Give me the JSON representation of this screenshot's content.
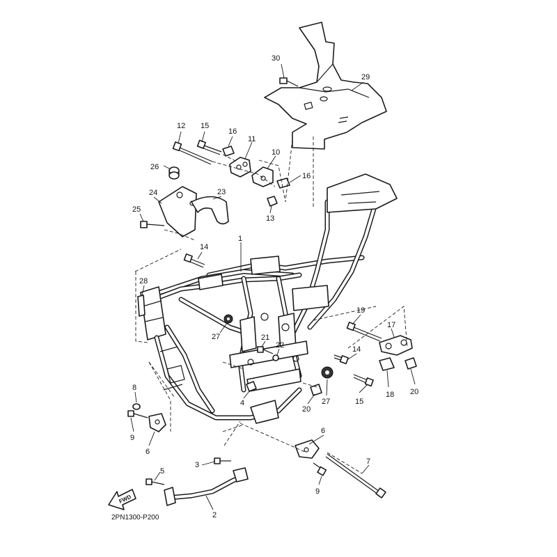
{
  "diagram": {
    "code": "2PN1300-P200",
    "fwd_label": "FWD",
    "callouts": {
      "c1": "1",
      "c2": "2",
      "c3": "3",
      "c4": "4",
      "c5": "5",
      "c6a": "6",
      "c6b": "6",
      "c7": "7",
      "c8": "8",
      "c9a": "9",
      "c9b": "9",
      "c10": "10",
      "c11": "11",
      "c12": "12",
      "c13": "13",
      "c14a": "14",
      "c14b": "14",
      "c15a": "15",
      "c15b": "15",
      "c16a": "16",
      "c16b": "16",
      "c17": "17",
      "c18": "18",
      "c19": "19",
      "c20a": "20",
      "c20b": "20",
      "c21": "21",
      "c22": "22",
      "c23": "23",
      "c24": "24",
      "c25": "25",
      "c26": "26",
      "c27a": "27",
      "c27b": "27",
      "c28": "28",
      "c29": "29",
      "c30": "30"
    }
  }
}
